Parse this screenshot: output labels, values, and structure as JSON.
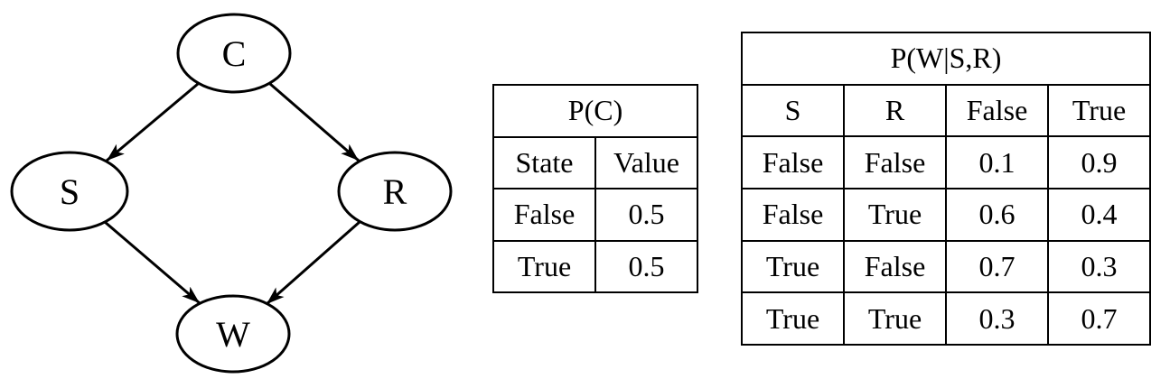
{
  "colors": {
    "background": "#ffffff",
    "line": "#000000",
    "text": "#000000"
  },
  "diagram": {
    "nodes": [
      {
        "id": "C",
        "label": "C"
      },
      {
        "id": "S",
        "label": "S"
      },
      {
        "id": "R",
        "label": "R"
      },
      {
        "id": "W",
        "label": "W"
      }
    ],
    "edges": [
      {
        "from": "C",
        "to": "S"
      },
      {
        "from": "C",
        "to": "R"
      },
      {
        "from": "S",
        "to": "W"
      },
      {
        "from": "R",
        "to": "W"
      }
    ]
  },
  "tables": {
    "pc": {
      "title": "P(C)",
      "headers": [
        "State",
        "Value"
      ],
      "rows": [
        [
          "False",
          "0.5"
        ],
        [
          "True",
          "0.5"
        ]
      ]
    },
    "pwsr": {
      "title": "P(W|S,R)",
      "headers": [
        "S",
        "R",
        "False",
        "True"
      ],
      "rows": [
        [
          "False",
          "False",
          "0.1",
          "0.9"
        ],
        [
          "False",
          "True",
          "0.6",
          "0.4"
        ],
        [
          "True",
          "False",
          "0.7",
          "0.3"
        ],
        [
          "True",
          "True",
          "0.3",
          "0.7"
        ]
      ]
    }
  }
}
